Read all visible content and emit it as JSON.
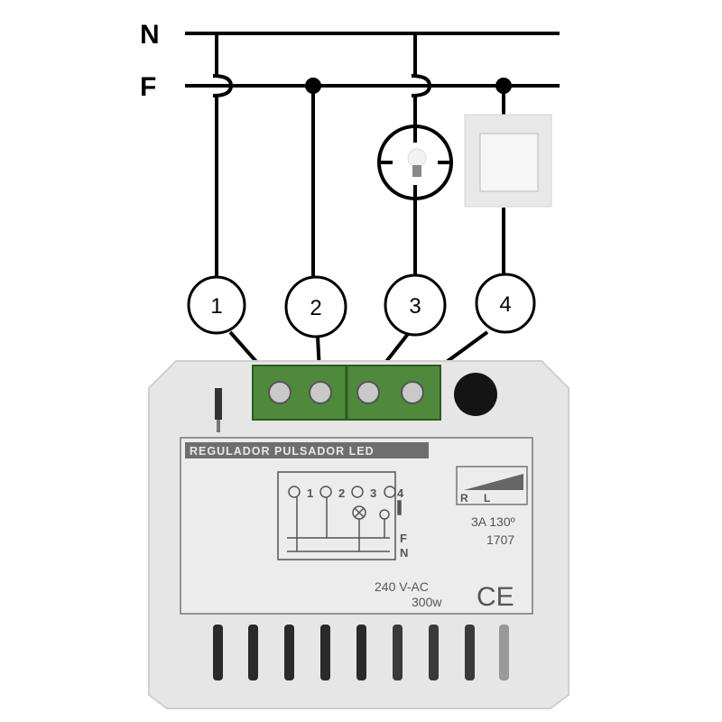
{
  "bus_labels": {
    "neutral": "N",
    "phase": "F"
  },
  "terminals": [
    {
      "number": "1",
      "connects_to": "N"
    },
    {
      "number": "2",
      "connects_to": "F"
    },
    {
      "number": "3",
      "connects_to": "lamp"
    },
    {
      "number": "4",
      "connects_to": "push-button"
    }
  ],
  "device": {
    "title": "REGULADOR PULSADOR LED",
    "schematic_terminals": [
      "1",
      "2",
      "3",
      "4"
    ],
    "schematic_bus": {
      "phase": "F",
      "neutral": "N"
    },
    "load_range": {
      "r": "R",
      "l": "L"
    },
    "rating": "3A 130º",
    "code": "1707",
    "voltage": "240 V-AC",
    "power": "300w",
    "certification": "CE"
  },
  "colors": {
    "terminal_block": "#4f8a3c",
    "device_body": "#e6e6e6",
    "wire": "#000000",
    "label_bar": "#6e6e6e"
  }
}
